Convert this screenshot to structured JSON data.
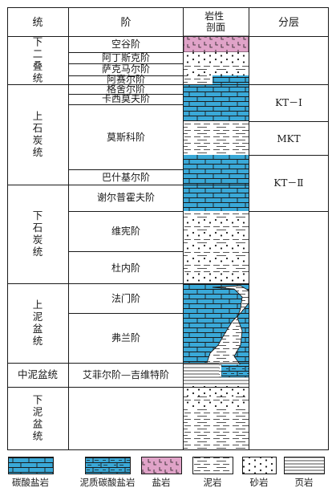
{
  "header": {
    "system": "统",
    "stage": "阶",
    "lithology": "岩性\n剖面",
    "layer": "分层"
  },
  "systems": [
    {
      "label": "下二叠统"
    },
    {
      "label": "上石炭统"
    },
    {
      "label": "下石炭统"
    },
    {
      "label": "上泥盆统"
    },
    {
      "label": "中泥盆统"
    },
    {
      "label": "下泥盆统"
    }
  ],
  "stages": [
    {
      "label": "空谷阶"
    },
    {
      "label": "阿丁斯克阶"
    },
    {
      "label": "萨克马尔阶"
    },
    {
      "label": "阿赛尔阶"
    },
    {
      "label": "格舍尔阶"
    },
    {
      "label": "卡西莫夫阶"
    },
    {
      "label": "莫斯科阶"
    },
    {
      "label": "巴什基尔阶"
    },
    {
      "label": "谢尔普霍夫阶"
    },
    {
      "label": "维宪阶"
    },
    {
      "label": "杜内阶"
    },
    {
      "label": "法门阶"
    },
    {
      "label": "弗兰阶"
    },
    {
      "label": "艾菲尔阶—吉维特阶"
    }
  ],
  "layers": [
    {
      "label": "KT－Ⅰ"
    },
    {
      "label": "MKT"
    },
    {
      "label": "KT－Ⅱ"
    }
  ],
  "legend": [
    {
      "label": "碳酸盐岩",
      "pattern": "limestone"
    },
    {
      "label": "泥质碳酸盐岩",
      "pattern": "marly"
    },
    {
      "label": "盐岩",
      "pattern": "salt"
    },
    {
      "label": "泥岩",
      "pattern": "mud"
    },
    {
      "label": "砂岩",
      "pattern": "sand"
    },
    {
      "label": "页岩",
      "pattern": "shale"
    }
  ],
  "colors": {
    "carbonate": "#3aa9d8",
    "salt": "#e0a3c8",
    "line": "#1a1a1a"
  }
}
